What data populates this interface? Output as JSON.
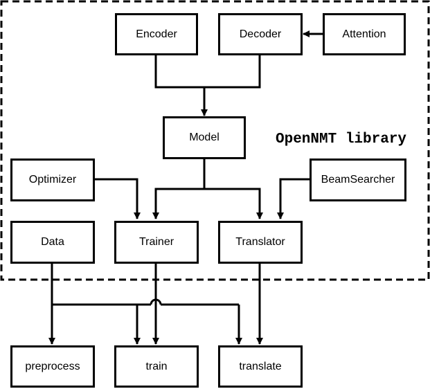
{
  "library": {
    "label": "OpenNMT library"
  },
  "nodes": {
    "encoder": "Encoder",
    "decoder": "Decoder",
    "attention": "Attention",
    "model": "Model",
    "optimizer": "Optimizer",
    "beamsearcher": "BeamSearcher",
    "data": "Data",
    "trainer": "Trainer",
    "translator": "Translator",
    "preprocess": "preprocess",
    "train": "train",
    "translate": "translate"
  },
  "colors": {
    "stroke": "#000000",
    "background": "#ffffff"
  }
}
